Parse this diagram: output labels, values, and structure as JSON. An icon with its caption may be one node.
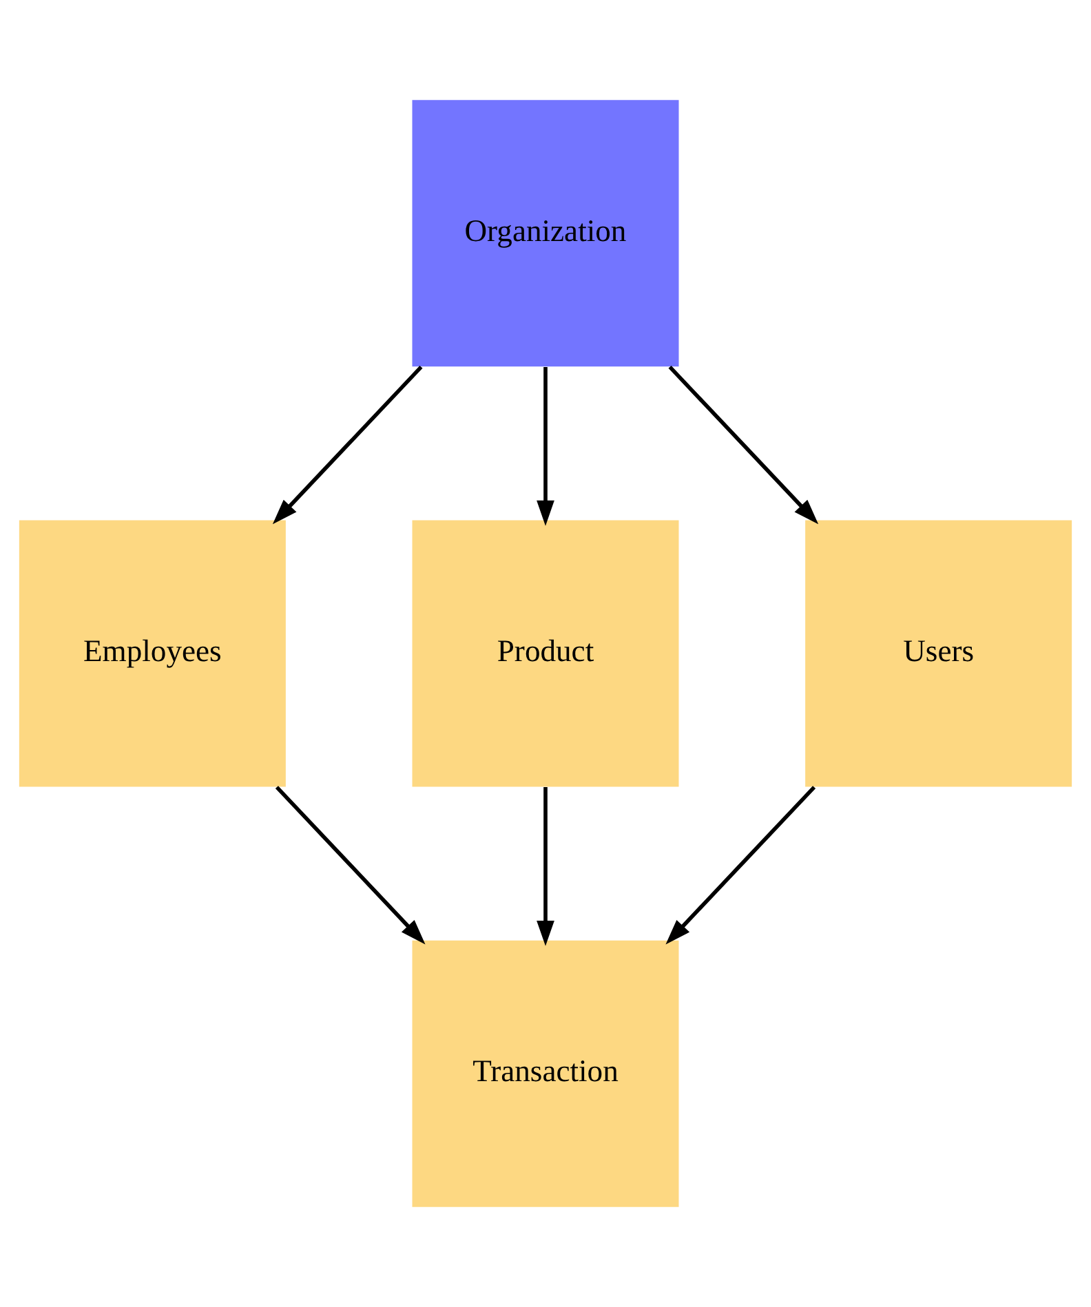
{
  "diagram": {
    "nodes": [
      {
        "text": [
          "Organization"
        ]
      },
      {
        "text": [
          "Employees"
        ]
      },
      {
        "text": [
          "Product"
        ]
      },
      {
        "text": [
          "Users"
        ]
      },
      {
        "text": [
          "Transaction"
        ]
      }
    ],
    "edges": [
      {
        "from": 0,
        "to": 1,
        "arrow": "to"
      },
      {
        "from": 0,
        "to": 2,
        "arrow": "to"
      },
      {
        "from": 0,
        "to": 3,
        "arrow": "to"
      },
      {
        "from": 1,
        "to": 4,
        "arrow": "to"
      },
      {
        "from": 2,
        "to": 4,
        "arrow": "to"
      },
      {
        "from": 3,
        "to": 4,
        "arrow": "to"
      }
    ]
  }
}
